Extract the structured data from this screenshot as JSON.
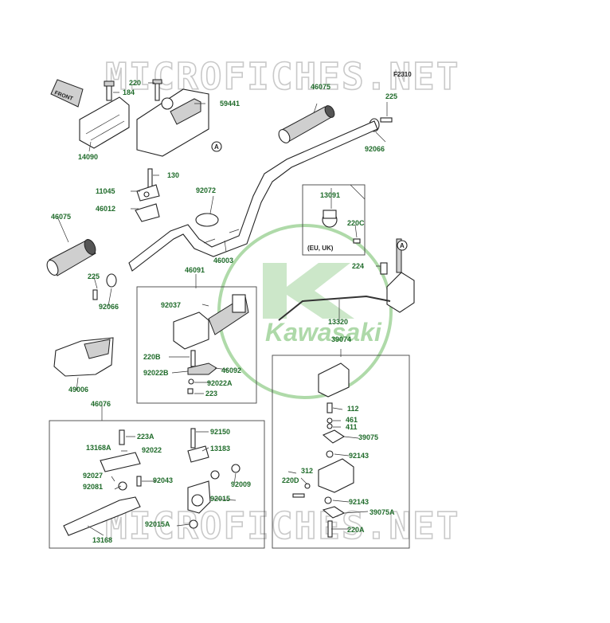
{
  "watermarks": {
    "top": "MICROFICHES.NET",
    "bottom": "MICROFICHES.NET"
  },
  "logo": {
    "text": "Kawasaki",
    "color": "#6dbb63"
  },
  "figure_code": "F2310",
  "front_tag": "FRONT",
  "ref_marker": "A",
  "region_note": "(EU, UK)",
  "labels": {
    "p220_top": "220",
    "p184": "184",
    "p14090": "14090",
    "p59441": "59441",
    "p46075_top": "46075",
    "p225_top": "225",
    "p92066_top": "92066",
    "p130": "130",
    "p11045": "11045",
    "p46012": "46012",
    "p92072": "92072",
    "p46075_left": "46075",
    "p46003": "46003",
    "p13091": "13091",
    "p220c": "220C",
    "p224": "224",
    "p225_left": "225",
    "p92066_left": "92066",
    "p46091": "46091",
    "p92037": "92037",
    "p220b": "220B",
    "p92022b": "92022B",
    "p46092": "46092",
    "p92022a": "92022A",
    "p223": "223",
    "p13320": "13320",
    "p39074": "39074",
    "p49006": "49006",
    "p46076": "46076",
    "p223a": "223A",
    "p92150": "92150",
    "p13168a": "13168A",
    "p92022": "92022",
    "p13183": "13183",
    "p92027": "92027",
    "p92043": "92043",
    "p92009": "92009",
    "p92081": "92081",
    "p92015": "92015",
    "p92015a": "92015A",
    "p13168": "13168",
    "p112": "112",
    "p461": "461",
    "p411": "411",
    "p39075": "39075",
    "p92143_top": "92143",
    "p312": "312",
    "p220d": "220D",
    "p92143_bot": "92143",
    "p39075a": "39075A",
    "p220a": "220A"
  }
}
